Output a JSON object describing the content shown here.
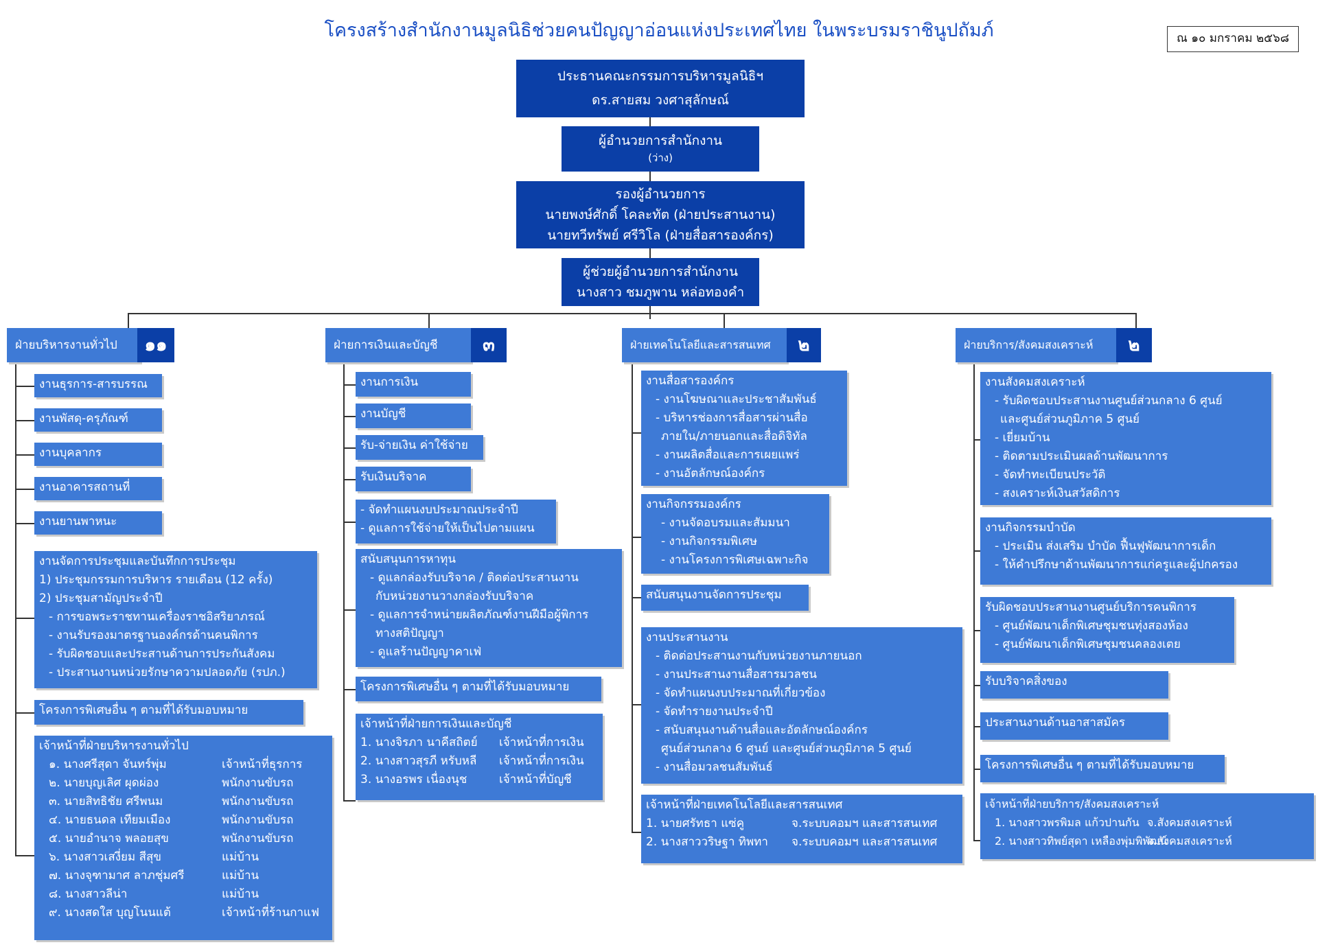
{
  "title": "โครงสร้างสำนักงานมูลนิธิช่วยคนปัญญาอ่อนแห่งประเทศไทย ในพระบรมราชินูปถัมภ์",
  "date": "ณ ๑๐ มกราคม ๒๕๖๘",
  "top": {
    "chairman": [
      "ประธานคณะกรรมการบริหารมูลนิธิฯ",
      "ดร.สายสม  วงศาสุลักษณ์"
    ],
    "director": [
      "ผู้อำนวยการสำนักงาน",
      "(ว่าง)"
    ],
    "deputy": [
      "รองผู้อำนวยการ",
      "นายพงษ์ศักดิ์  โคละทัต (ฝ่ายประสานงาน)",
      "นายทวีทรัพย์  ศรีวิโล (ฝ่ายสื่อสารองค์กร)"
    ],
    "assistant": [
      "ผู้ช่วยผู้อำนวยการสำนักงาน",
      "นางสาว ชมภูพาน หล่อทองคำ"
    ]
  },
  "divisions": [
    {
      "name": "ฝ่ายบริหารงานทั่วไป",
      "count": "๑๑",
      "units": [
        "งานธุรการ-สารบรรณ",
        "งานพัสดุ-ครุภัณฑ์",
        "งานบุคลากร",
        "งานอาคารสถานที่",
        "งานยานพาหนะ"
      ],
      "meeting": {
        "title": "งานจัดการประชุมและบันทึกการประชุม",
        "lines": [
          "1) ประชุมกรรมการบริหาร รายเดือน (12 ครั้ง)",
          "2) ประชุมสามัญประจำปี"
        ],
        "items": [
          "- การขอพระราชทานเครื่องราชอิสริยาภรณ์",
          "- งานรับรองมาตรฐานองค์กรด้านคนพิการ",
          "- รับผิดชอบและประสานด้านการประกันสังคม",
          "- ประสานงานหน่วยรักษาความปลอดภัย (รปภ.)"
        ]
      },
      "special": "โครงการพิเศษอื่น ๆ ตามที่ได้รับมอบหมาย",
      "staff": {
        "title": "เจ้าหน้าที่ฝ่ายบริหารงานทั่วไป",
        "people": [
          {
            "name": "๑. นางศรีสุดา จันทร์พุ่ม",
            "role": "เจ้าหน้าที่ธุรการ"
          },
          {
            "name": "๒. นายบุญเลิศ ผุดผ่อง",
            "role": "พนักงานขับรถ"
          },
          {
            "name": "๓. นายสิทธิชัย ศรีพนม",
            "role": "พนักงานขับรถ"
          },
          {
            "name": "๔. นายธนดล เทียมเมือง",
            "role": "พนักงานขับรถ"
          },
          {
            "name": "๕. นายอำนาจ พลอยสุข",
            "role": "พนักงานขับรถ"
          },
          {
            "name": "๖. นางสาวเสงี่ยม สีสุข",
            "role": "แม่บ้าน"
          },
          {
            "name": "๗. นางจุฑามาศ ลาภชุ่มศรี",
            "role": "แม่บ้าน"
          },
          {
            "name": "๘. นางสาวลีน่า",
            "role": "แม่บ้าน"
          },
          {
            "name": "๙. นางสดใส บุญโนนแต้",
            "role": "เจ้าหน้าที่ร้านกาแฟ"
          }
        ]
      }
    },
    {
      "name": "ฝ่ายการเงินและบัญชี",
      "count": "๓",
      "units": [
        "งานการเงิน",
        "งานบัญชี",
        "รับ-จ่ายเงิน ค่าใช้จ่าย",
        "รับเงินบริจาค"
      ],
      "budget": [
        "- จัดทำแผนงบประมาณประจำปี",
        "- ดูแลการใช้จ่ายให้เป็นไปตามแผน"
      ],
      "fund": {
        "title": "สนับสนุนการหาทุน",
        "items": [
          "- ดูแลกล่องรับบริจาค / ติดต่อประสานงาน",
          "กับหน่วยงานวางกล่องรับบริจาค",
          "- ดูแลการจำหน่ายผลิตภัณฑ์งานฝีมือผู้พิการ",
          "ทางสติปัญญา",
          "- ดูแลร้านปัญญาคาเฟ่"
        ]
      },
      "special": "โครงการพิเศษอื่น ๆ ตามที่ได้รับมอบหมาย",
      "staff": {
        "title": "เจ้าหน้าที่ฝ่ายการเงินและบัญชี",
        "people": [
          {
            "name": "1. นางจิรภา นาคีสถิตย์",
            "role": "เจ้าหน้าที่การเงิน"
          },
          {
            "name": "2. นางสาวสุรภี หรับหลี",
            "role": "เจ้าหน้าที่การเงิน"
          },
          {
            "name": "3. นางอรพร เนื่องนุช",
            "role": "เจ้าหน้าที่บัญชี"
          }
        ]
      }
    },
    {
      "name": "ฝ่ายเทคโนโลยีและสารสนเทศ",
      "count": "๒",
      "comm": {
        "title": "งานสื่อสารองค์กร",
        "items": [
          "- งานโฆษณาและประชาสัมพันธ์",
          "- บริหารช่องการสื่อสารผ่านสื่อ",
          "ภายใน/ภายนอกและสื่อดิจิทัล",
          "- งานผลิตสื่อและการเผยแพร่",
          "- งานอัตลักษณ์องค์กร"
        ]
      },
      "activity": {
        "title": "งานกิจกรรมองค์กร",
        "items": [
          "- งานจัดอบรมและสัมมนา",
          "- งานกิจกรรมพิเศษ",
          "- งานโครงการพิเศษเฉพาะกิจ"
        ]
      },
      "support": "สนับสนุนงานจัดการประชุม",
      "coord": {
        "title": "งานประสานงาน",
        "items": [
          "- ติดต่อประสานงานกับหน่วยงานภายนอก",
          "- งานประสานงานสื่อสารมวลชน",
          "- จัดทำแผนงบประมาณที่เกี่ยวข้อง",
          "- จัดทำรายงานประจำปี",
          "- สนับสนุนงานด้านสื่อและอัตลักษณ์องค์กร",
          "ศูนย์ส่วนกลาง 6 ศูนย์ และศูนย์ส่วนภูมิภาค 5 ศูนย์",
          "- งานสื่อมวลชนสัมพันธ์"
        ]
      },
      "staff": {
        "title": "เจ้าหน้าที่ฝ่ายเทคโนโลยีและสารสนเทศ",
        "people": [
          {
            "name": "1. นายศรัทธา แซ่คู",
            "role": "จ.ระบบคอมฯ และสารสนเทศ"
          },
          {
            "name": "2. นางสาววริษฐา ทิพทา",
            "role": "จ.ระบบคอมฯ และสารสนเทศ"
          }
        ]
      }
    },
    {
      "name": "ฝ่ายบริการ/สังคมสงเคราะห์",
      "count": "๒",
      "social": {
        "title": "งานสังคมสงเคราะห์",
        "items": [
          "- รับผิดชอบประสานงานศูนย์ส่วนกลาง 6 ศูนย์",
          "และศูนย์ส่วนภูมิภาค 5 ศูนย์",
          "- เยี่ยมบ้าน",
          "- ติดตามประเมินผลด้านพัฒนาการ",
          "- จัดทำทะเบียนประวัติ",
          "- สงเคราะห์เงินสวัสดิการ"
        ]
      },
      "therapy": {
        "title": "งานกิจกรรมบำบัด",
        "items": [
          "- ประเมิน ส่งเสริม บำบัด ฟื้นฟูพัฒนาการเด็ก",
          "- ให้คำปรึกษาด้านพัฒนาการแก่ครูและผู้ปกครอง"
        ]
      },
      "center": {
        "title": "รับผิดชอบประสานงานศูนย์บริการคนพิการ",
        "items": [
          "- ศูนย์พัฒนาเด็กพิเศษชุมชนทุ่งสองห้อง",
          "- ศูนย์พัฒนาเด็กพิเศษชุมชนคลองเตย"
        ]
      },
      "donation": "รับบริจาคสิ่งของ",
      "volunteer": "ประสานงานด้านอาสาสมัคร",
      "special": "โครงการพิเศษอื่น ๆ ตามที่ได้รับมอบหมาย",
      "staff": {
        "title": "เจ้าหน้าที่ฝ่ายบริการ/สังคมสงเคราะห์",
        "people": [
          {
            "name": "1. นางสาวพรพิมล  แก้วปานกัน",
            "role": "จ.สังคมสงเคราะห์"
          },
          {
            "name": "2. นางสาวทิพย์สุดา  เหลืองพุ่มพิพัฒน์",
            "role": "จ.สังคมสงเคราะห์"
          }
        ]
      }
    }
  ]
}
